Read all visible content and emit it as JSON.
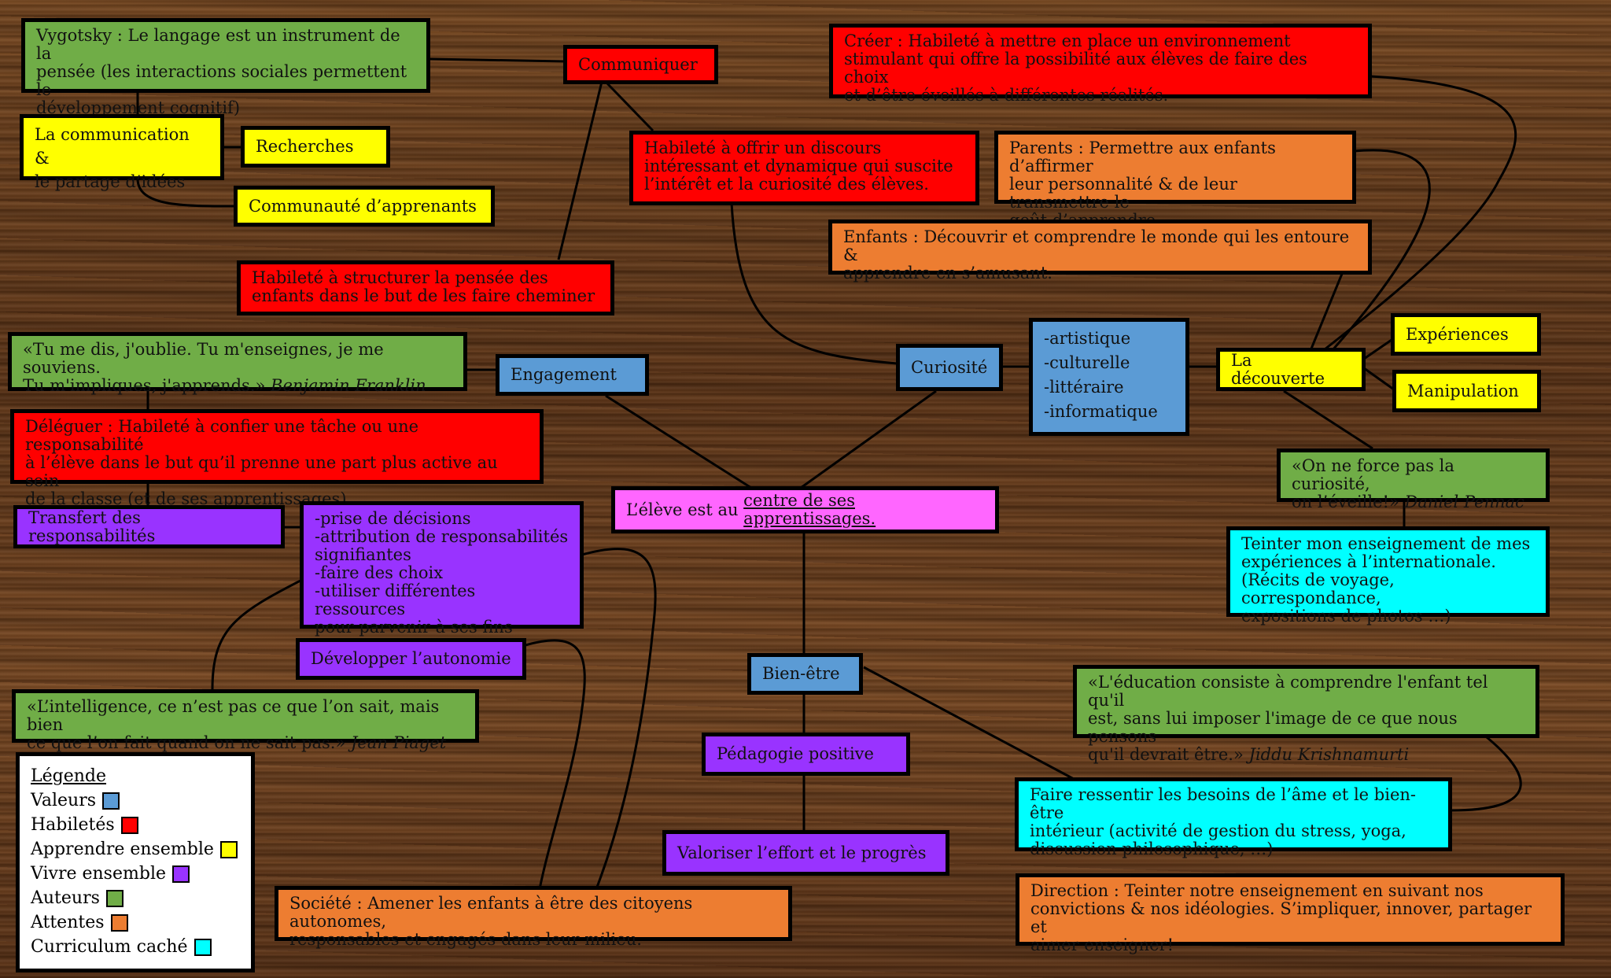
{
  "colors": {
    "valeurs": "#5b9bd5",
    "habiletes": "#ff0000",
    "apprendre_ensemble": "#ffff00",
    "vivre_ensemble": "#9933ff",
    "auteurs": "#70ad47",
    "attentes": "#ed7d31",
    "curriculum_cache": "#00ffff",
    "centre": "#ff66ff"
  },
  "nodes": {
    "vygotsky": "Vygotsky : Le langage est un instrument de la\npensée (les interactions sociales permettent le\ndéveloppement cognitif)",
    "communiquer": "Communiquer",
    "comm_partage": "La communication &\nle partage d’idées",
    "recherches": "Recherches",
    "communaute": "Communauté d’apprenants",
    "structurer": "Habileté à structurer la pensée des\nenfants dans le but de les faire cheminer",
    "discours": "Habileté à offrir un discours\nintéressant et dynamique qui suscite\nl’intérêt et la curiosité des élèves.",
    "creer": "Créer : Habileté à mettre en place un environnement\nstimulant qui offre la possibilité aux élèves de faire des choix\net d’être éveillés à différentes réalités.",
    "parents": "Parents : Permettre aux enfants d’affirmer\nleur personnalité & de leur transmettre le\ngoût d’apprendre.",
    "enfants": "Enfants : Découvrir et comprendre le monde qui les entoure &\napprendre en s’amusant.",
    "franklin_quote": "«Tu me dis, j'oublie. Tu m'enseignes, je me souviens.\nTu m'impliques, j'apprends.»",
    "franklin_author": "Benjamin Franklin",
    "engagement": "Engagement",
    "curiosite": "Curiosité",
    "curiosite_list": "-artistique\n-culturelle\n-littéraire\n-informatique",
    "decouverte": "La découverte",
    "experiences": "Expériences",
    "manipulation": "Manipulation",
    "deleguer": "Déléguer : Habileté à confier une tâche ou une responsabilité\nà l’élève dans le but qu’il prenne une part plus active au sein\nde la classe (et de ses apprentissages).",
    "transfert": "Transfert des responsabilités",
    "responsabilites_list": "-prise de décisions\n-attribution de responsabilités\nsignifiantes\n-faire des choix\n-utiliser différentes ressources\npour parvenir à ses fins",
    "centre_prefix": "L’élève est au ",
    "centre_link": "centre de ses apprentissages.",
    "pennac_quote": "«On ne force pas la curiosité,\non l’éveille!»",
    "pennac_author": "Daniel Pennac",
    "teinter_intl": "Teinter mon enseignement de mes\nexpériences à l’internationale.\n(Récits de voyage, correspondance,\nexpositions de photos …)",
    "autonomie": "Développer l’autonomie",
    "bien_etre": "Bien-être",
    "piaget_quote": "«L’intelligence, ce n’est pas ce que l’on sait, mais bien\nce que l’on fait quand on ne sait pas.»",
    "piaget_author": "Jean Piaget",
    "krishnamurti_quote": "«L'éducation consiste à comprendre l'enfant tel qu'il\nest, sans lui imposer l'image de ce que nous pensons\nqu'il devrait être.»",
    "krishnamurti_author": "Jiddu Krishnamurti",
    "pedagogie": "Pédagogie positive",
    "faire_ressentir": "Faire ressentir les besoins de l’âme et le bien-être\nintérieur (activité de gestion du stress, yoga,\ndiscussion philosophique, …)",
    "valoriser": "Valoriser l’effort et le progrès",
    "societe": "Société : Amener les enfants à être des citoyens autonomes,\nresponsables et engagés dans leur milieu.",
    "direction": "Direction : Teinter notre enseignement en suivant nos\nconvictions & nos idéologies. S’impliquer, innover, partager et\naimer enseigner!"
  },
  "legend": {
    "title": "Légende",
    "items": [
      "Valeurs",
      "Habiletés",
      "Apprendre ensemble",
      "Vivre ensemble",
      "Auteurs",
      "Attentes",
      "Curriculum caché"
    ]
  }
}
